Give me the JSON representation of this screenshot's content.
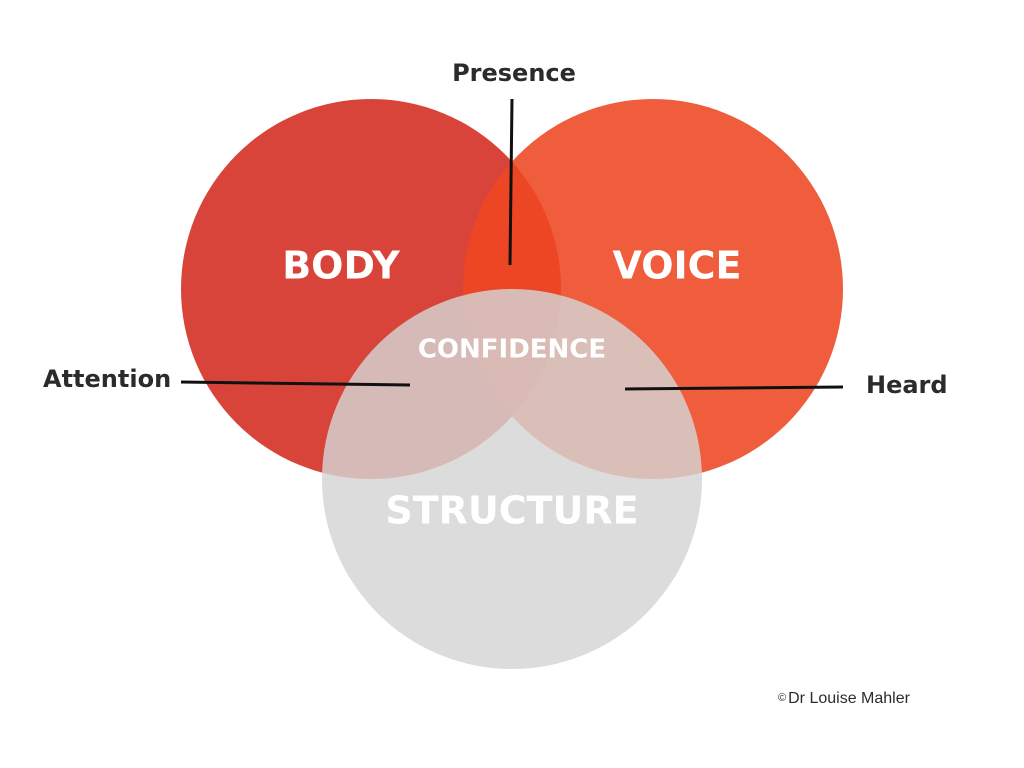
{
  "diagram": {
    "circles": {
      "body": {
        "label": "BODY",
        "color": "#d73a2f"
      },
      "voice": {
        "label": "VOICE",
        "color": "#ee4722"
      },
      "structure": {
        "label": "STRUCTURE",
        "color": "#d4d4d4"
      }
    },
    "center_label": "CONFIDENCE",
    "callouts": {
      "top": "Presence",
      "left": "Attention",
      "right": "Heard"
    }
  },
  "footer": {
    "copyright_symbol": "©",
    "copyright_text": "Dr Louise Mahler"
  }
}
